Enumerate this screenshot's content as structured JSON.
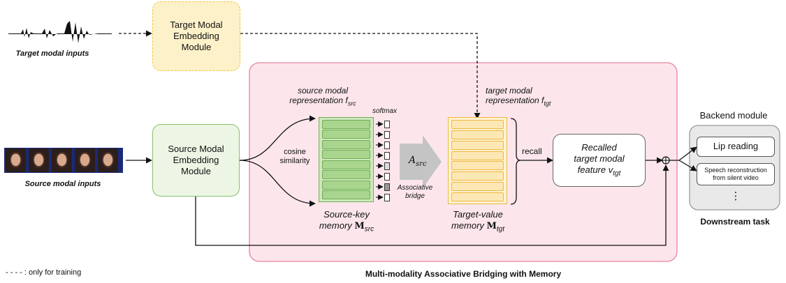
{
  "target_inputs_label": "Target modal inputs",
  "source_inputs_label": "Source modal inputs",
  "target_embedding_module": "Target Modal\nEmbedding\nModule",
  "source_embedding_module": "Source Modal\nEmbedding\nModule",
  "source_repr_line1": "source modal",
  "source_repr_line2": "representation f",
  "source_repr_sub": "src",
  "target_repr_line1": "target modal",
  "target_repr_line2": "representation f",
  "target_repr_sub": "tgt",
  "cosine_similarity": "cosine\nsimilarity",
  "softmax": "softmax",
  "bridge_symbol": "A",
  "bridge_sub": "src",
  "associative_bridge": "Associative\nbridge",
  "source_key_line1": "Source-key",
  "source_key_line2": "memory ",
  "source_key_M": "M",
  "source_key_sub": "src",
  "target_value_line1": "Target-value",
  "target_value_line2": "memory ",
  "target_value_M": "M",
  "target_value_sub": "tgt",
  "recall": "recall",
  "recalled_line1": "Recalled",
  "recalled_line2": "target modal",
  "recalled_line3": "feature v",
  "recalled_sub": "tgt",
  "backend_module": "Backend module",
  "lip_reading": "Lip reading",
  "speech_reconstruction": "Speech reconstruction\nfrom silent video",
  "vertical_dots": "⋮",
  "downstream_task": "Downstream task",
  "legend_dashes": "- - - - :",
  "legend_text": "only for training",
  "region_title": "Multi-modality Associative Bridging with Memory",
  "softmax_levels": [
    0.0,
    0.0,
    0.0,
    0.0,
    0.2,
    0.0,
    0.6,
    0.0
  ],
  "colors": {
    "region_fill": "#fce6ec",
    "region_border": "#e6839c",
    "target_module_fill": "#fdf1c9",
    "target_module_border": "#f0c63d",
    "source_module_fill": "#edf6e4",
    "source_module_border": "#86c26a",
    "key_cell": "#a9d58e",
    "key_cell_border": "#6fae54",
    "value_cell": "#fde8b5",
    "value_cell_border": "#f0b63e",
    "backend_fill": "#e9e9e9",
    "backend_border": "#9b9b9b",
    "bridge_arrow": "#c4c4c4"
  }
}
